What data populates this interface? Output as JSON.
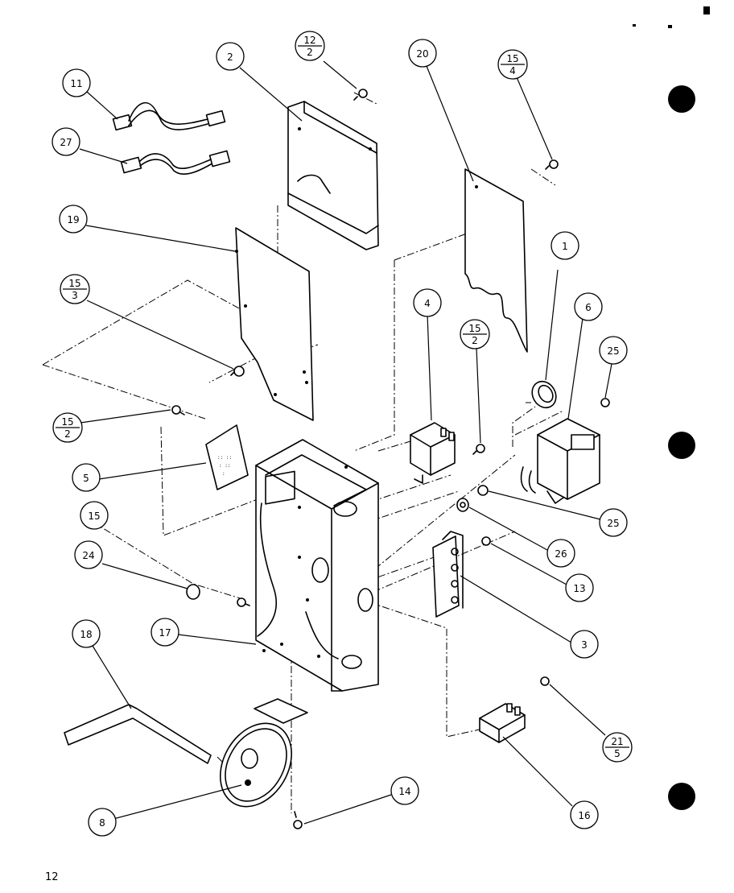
{
  "page_number": "12",
  "callouts": [
    {
      "id": "c-2",
      "label": "2"
    },
    {
      "id": "c-12-2",
      "top": "12",
      "bottom": "2"
    },
    {
      "id": "c-20",
      "label": "20"
    },
    {
      "id": "c-15-4",
      "top": "15",
      "bottom": "4"
    },
    {
      "id": "c-11",
      "label": "11"
    },
    {
      "id": "c-27",
      "label": "27"
    },
    {
      "id": "c-19",
      "label": "19"
    },
    {
      "id": "c-15-3",
      "top": "15",
      "bottom": "3"
    },
    {
      "id": "c-1",
      "label": "1"
    },
    {
      "id": "c-4",
      "label": "4"
    },
    {
      "id": "c-15-2b",
      "top": "15",
      "bottom": "2"
    },
    {
      "id": "c-6",
      "label": "6"
    },
    {
      "id": "c-25a",
      "label": "25"
    },
    {
      "id": "c-15-2a",
      "top": "15",
      "bottom": "2"
    },
    {
      "id": "c-5",
      "label": "5"
    },
    {
      "id": "c-25b",
      "label": "25"
    },
    {
      "id": "c-15",
      "label": "15"
    },
    {
      "id": "c-26",
      "label": "26"
    },
    {
      "id": "c-24",
      "label": "24"
    },
    {
      "id": "c-13",
      "label": "13"
    },
    {
      "id": "c-17",
      "label": "17"
    },
    {
      "id": "c-3",
      "label": "3"
    },
    {
      "id": "c-18",
      "label": "18"
    },
    {
      "id": "c-21-5",
      "top": "21",
      "bottom": "5"
    },
    {
      "id": "c-14",
      "label": "14"
    },
    {
      "id": "c-8",
      "label": "8"
    },
    {
      "id": "c-16",
      "label": "16"
    }
  ]
}
